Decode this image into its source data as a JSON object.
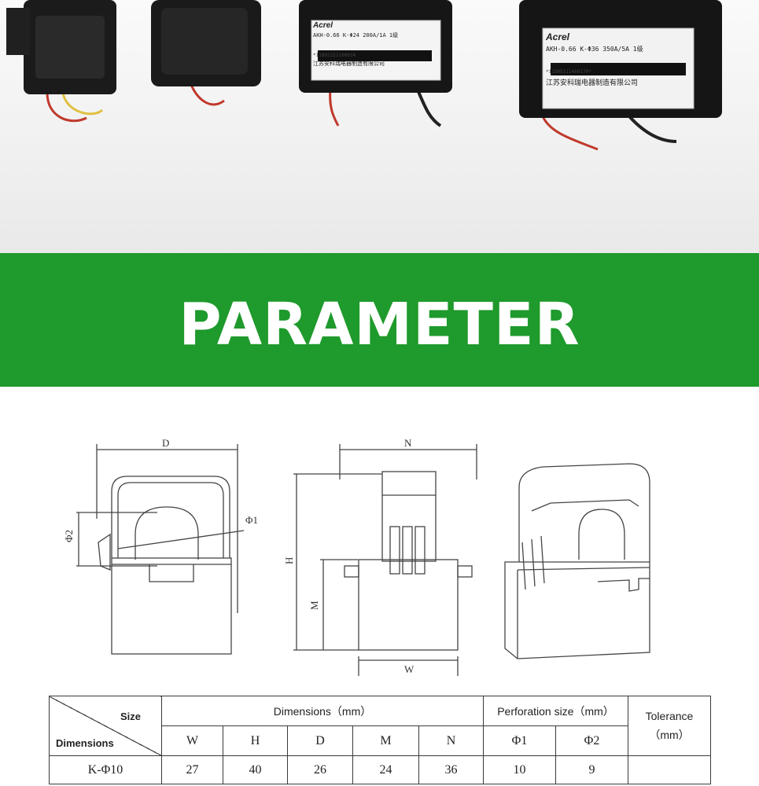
{
  "photo": {
    "label1": {
      "brand": "Acrel",
      "model": "AKH-0.66 K-Φ24 200A/1A 1级",
      "serial": "*11802222100634",
      "maker": "江苏安科瑞电器制造有限公司"
    },
    "label2": {
      "brand": "Acrel",
      "model": "AKH-0.66 K-Φ36 350A/5A 1级",
      "serial": "*11805111460170*",
      "maker": "江苏安科瑞电器制造有限公司"
    }
  },
  "banner": {
    "title": "PARAMETER",
    "bg_color": "#1f9a2c"
  },
  "drawings": {
    "front": {
      "dim_d": "D",
      "dim_phi2": "Φ2",
      "dim_phi1": "Φ1"
    },
    "side": {
      "dim_n": "N",
      "dim_h": "H",
      "dim_m": "M",
      "dim_w": "W"
    }
  },
  "table": {
    "corner_size": "Size",
    "corner_dimensions": "Dimensions",
    "group_dimensions": "Dimensions（mm）",
    "group_perforation": "Perforation size（mm）",
    "tolerance": "Tolerance",
    "tolerance_unit": "（mm）",
    "columns": [
      "W",
      "H",
      "D",
      "M",
      "N",
      "Φ1",
      "Φ2"
    ],
    "rows": [
      {
        "model": "K-Φ10",
        "values": [
          "27",
          "40",
          "26",
          "24",
          "36",
          "10",
          "9"
        ],
        "tolerance": ""
      }
    ]
  }
}
